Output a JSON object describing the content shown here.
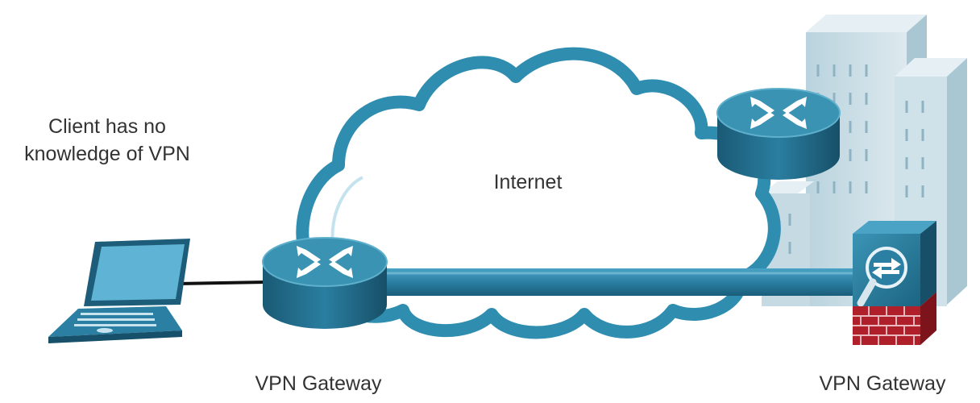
{
  "labels": {
    "client_note_line1": "Client has no",
    "client_note_line2": "knowledge of VPN",
    "internet": "Internet",
    "gateway_left": "VPN Gateway",
    "gateway_right": "VPN Gateway"
  },
  "icons": {
    "client": "laptop-icon",
    "left_gateway": "router-icon",
    "right_router": "router-icon",
    "right_gateway": "firewall-appliance-icon",
    "cloud": "cloud-icon",
    "site": "office-buildings-icon"
  },
  "colors": {
    "device_teal": "#1f6f8f",
    "device_top": "#3a93b3",
    "cloud_stroke": "#2f8db0",
    "cloud_fill": "#ffffff",
    "tunnel": "#2b7fa3",
    "building": "#c9dde6",
    "firewall_brick": "#b0202a",
    "text": "#333333"
  }
}
